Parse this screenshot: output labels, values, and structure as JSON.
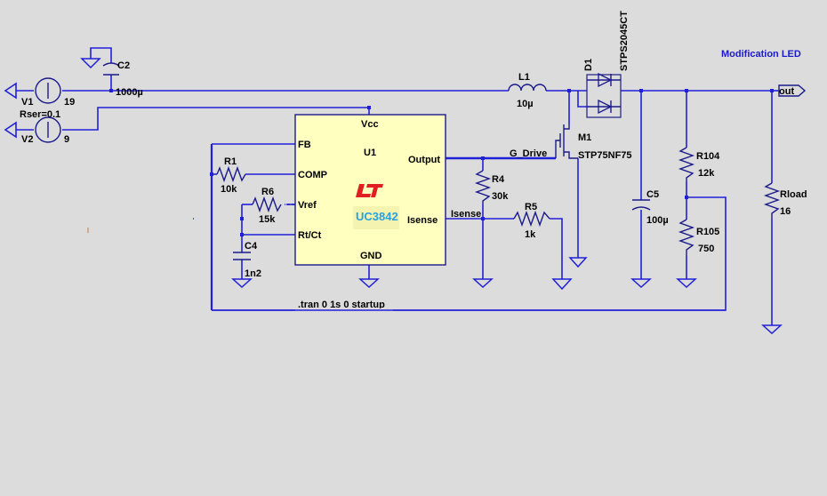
{
  "window": {
    "annotation": "Modification LED"
  },
  "components": {
    "v1": {
      "name": "V1",
      "value": "19",
      "series": "Rser=0.1"
    },
    "v2": {
      "name": "V2",
      "value": "9"
    },
    "c2": {
      "name": "C2",
      "value": "1000µ"
    },
    "l1": {
      "name": "L1",
      "value": "10µ"
    },
    "d1": {
      "name": "D1",
      "value": "STPS2045CT"
    },
    "m1": {
      "name": "M1",
      "value": "STP75NF75"
    },
    "u1": {
      "name": "U1",
      "part": "UC3842",
      "pins": {
        "vcc": "Vcc",
        "fb": "FB",
        "comp": "COMP",
        "vref": "Vref",
        "rtct": "Rt/Ct",
        "output": "Output",
        "isense": "Isense",
        "gnd": "GND"
      }
    },
    "r1": {
      "name": "R1",
      "value": "10k"
    },
    "r6": {
      "name": "R6",
      "value": "15k"
    },
    "c4": {
      "name": "C4",
      "value": "1n2"
    },
    "r4": {
      "name": "R4",
      "value": "30k"
    },
    "r5": {
      "name": "R5",
      "value": "1k"
    },
    "c5": {
      "name": "C5",
      "value": "100µ"
    },
    "r104": {
      "name": "R104",
      "value": "12k"
    },
    "r105": {
      "name": "R105",
      "value": "750"
    },
    "rload": {
      "name": "Rload",
      "value": "16"
    }
  },
  "nets": {
    "gdrive": "G_Drive",
    "isense": "Isense",
    "out": "out"
  },
  "directive": ".tran 0 1s 0 startup",
  "colors": {
    "background": "#dcdcdc",
    "wire": "#2020d8",
    "ic_fill": "#ffffc0",
    "logo": "#e02020",
    "part_text": "#29a0e0"
  }
}
